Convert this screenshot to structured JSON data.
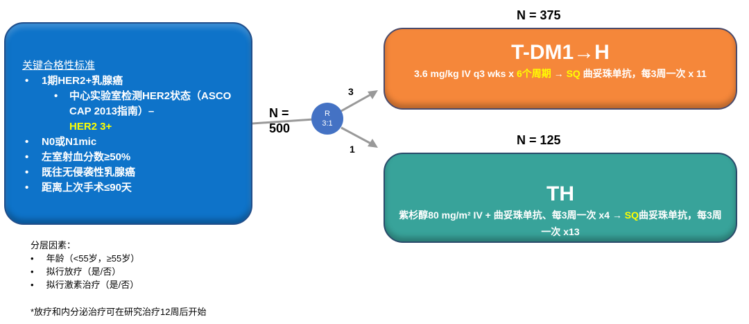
{
  "criteria": {
    "title": "关键合格性标准",
    "item1": "1期HER2+乳腺癌",
    "sub1": "中心实验室检测HER2状态（ASCO CAP 2013指南）–",
    "sub1_hl": "HER2 3+",
    "item2": "N0或N1mic",
    "item3": "左室射血分数≥50%",
    "item4": "既往无侵袭性乳腺癌",
    "item5": "距离上次手术≤90天"
  },
  "total_n": "N =\n500",
  "randomization": {
    "label": "R",
    "ratio": "3:1",
    "arm1_weight": "3",
    "arm2_weight": "1"
  },
  "arm1": {
    "n": "N = 375",
    "title": "T-DM1→H",
    "dose_a": "3.6 mg/kg  IV q3 wks x ",
    "dose_hl1": "6个周期",
    "dose_b": " → ",
    "dose_hl2": "SQ",
    "dose_c": " 曲妥珠单抗，每3周一次 x 11"
  },
  "arm2": {
    "n": "N = 125",
    "title": "TH",
    "dose_a": "紫杉醇80 mg/m² IV + 曲妥珠单抗、每3周一次 x4 → ",
    "dose_hl": "SQ",
    "dose_b": "曲妥珠单抗，每3周一次 x13"
  },
  "strat": {
    "title": "分层因素：",
    "items": [
      "年龄（<55岁，≥55岁）",
      "拟行放疗（是/否）",
      "拟行激素治疗（是/否）"
    ]
  },
  "footnote": "*放疗和内分泌治疗可在研究治疗12周后开始"
}
